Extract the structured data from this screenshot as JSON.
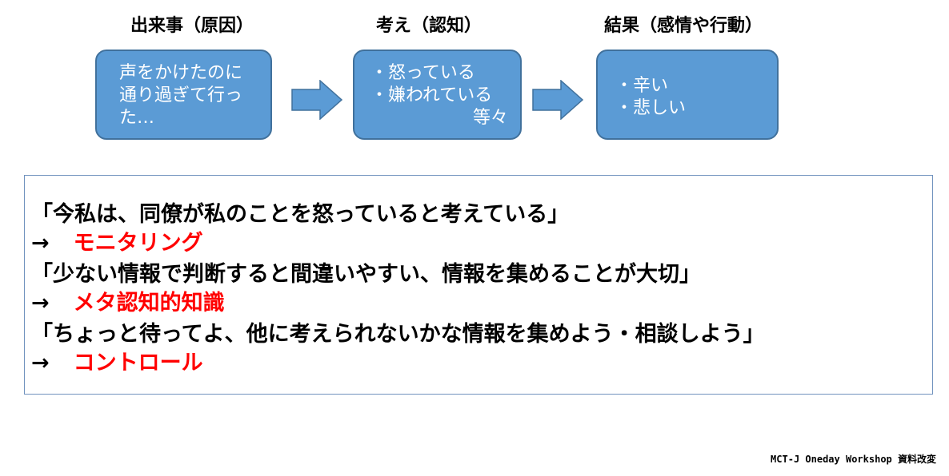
{
  "flow": {
    "steps": [
      {
        "header": "出来事（原因）",
        "lines": [
          "声をかけたのに",
          "通り過ぎて行っ",
          "た…"
        ]
      },
      {
        "header": "考え（認知）",
        "lines": [
          "・怒っている",
          "・嫌われている",
          "等々"
        ]
      },
      {
        "header": "結果（感情や行動）",
        "lines": [
          "・辛い",
          "・悲しい"
        ]
      }
    ]
  },
  "panel": {
    "statements": [
      {
        "quote": "「今私は、同僚が私のことを怒っていると考えている」",
        "arrow": "→",
        "result": "モニタリング"
      },
      {
        "quote": "「少ない情報で判断すると間違いやすい、情報を集めることが大切」",
        "arrow": "→",
        "result": "メタ認知的知識"
      },
      {
        "quote": "「ちょっと待ってよ、他に考えられないかな情報を集めよう・相談しよう」",
        "arrow": "→",
        "result": "コントロール"
      }
    ]
  },
  "footer": "MCT-J  Oneday Workshop  資料改変",
  "colors": {
    "box_fill": "#5b9bd5",
    "box_border": "#41719c",
    "arrow_fill": "#5b9bd5",
    "highlight": "#ff0000"
  }
}
